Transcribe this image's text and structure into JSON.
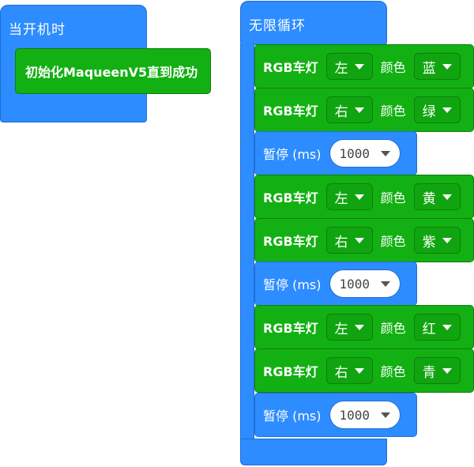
{
  "on_start": {
    "title": "当开机时",
    "init_block": "初始化MaqueenV5直到成功"
  },
  "forever": {
    "title": "无限循环",
    "blocks": [
      {
        "kind": "rgb",
        "label": "RGB车灯",
        "side": "左",
        "color_label": "颜色",
        "color": "蓝"
      },
      {
        "kind": "rgb",
        "label": "RGB车灯",
        "side": "右",
        "color_label": "颜色",
        "color": "绿"
      },
      {
        "kind": "pause",
        "label": "暂停 (ms)",
        "value": "1000"
      },
      {
        "kind": "rgb",
        "label": "RGB车灯",
        "side": "左",
        "color_label": "颜色",
        "color": "黄"
      },
      {
        "kind": "rgb",
        "label": "RGB车灯",
        "side": "右",
        "color_label": "颜色",
        "color": "紫"
      },
      {
        "kind": "pause",
        "label": "暂停 (ms)",
        "value": "1000"
      },
      {
        "kind": "rgb",
        "label": "RGB车灯",
        "side": "左",
        "color_label": "颜色",
        "color": "红"
      },
      {
        "kind": "rgb",
        "label": "RGB车灯",
        "side": "右",
        "color_label": "颜色",
        "color": "青"
      },
      {
        "kind": "pause",
        "label": "暂停 (ms)",
        "value": "1000"
      }
    ]
  },
  "colors": {
    "blue_block": "#2d8cff",
    "green_block": "#12b012"
  }
}
